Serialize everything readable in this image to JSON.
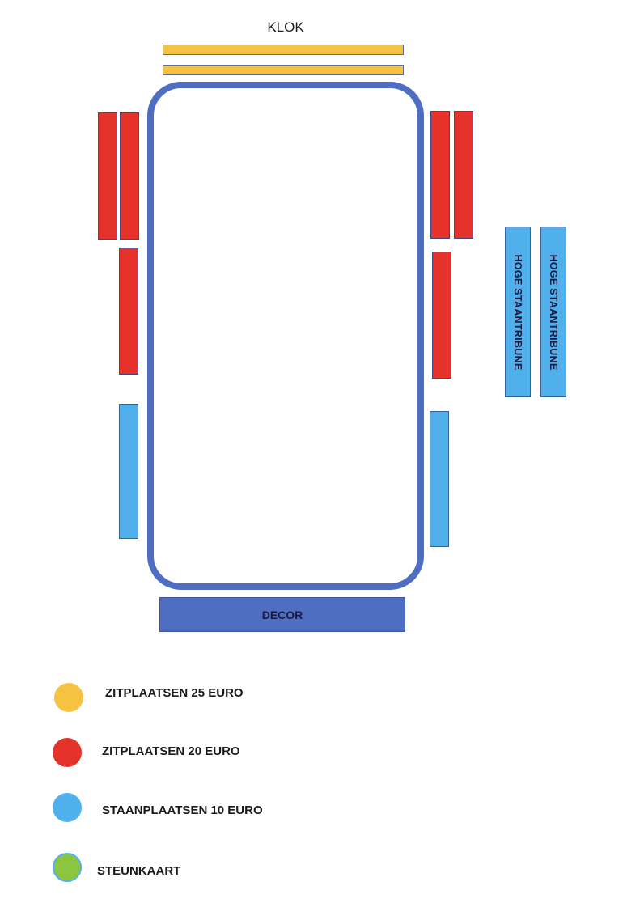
{
  "title": "KLOK",
  "decor_label": "DECOR",
  "tribune_labels": [
    "HOGE STAANTRIBUNE",
    "HOGE STAANTRIBUNE"
  ],
  "colors": {
    "yellow": "#f5c242",
    "red": "#e5322a",
    "blue": "#4fb0ec",
    "green": "#8cc63f",
    "rink": "#4f6ec2"
  },
  "legend": [
    {
      "label": "ZITPLAATSEN 25 EURO",
      "color": "#f5c242"
    },
    {
      "label": "ZITPLAATSEN 20 EURO",
      "color": "#e5322a"
    },
    {
      "label": "STAANPLAATSEN 10 EURO",
      "color": "#4fb0ec"
    },
    {
      "label": "STEUNKAART",
      "color": "#8cc63f"
    }
  ]
}
